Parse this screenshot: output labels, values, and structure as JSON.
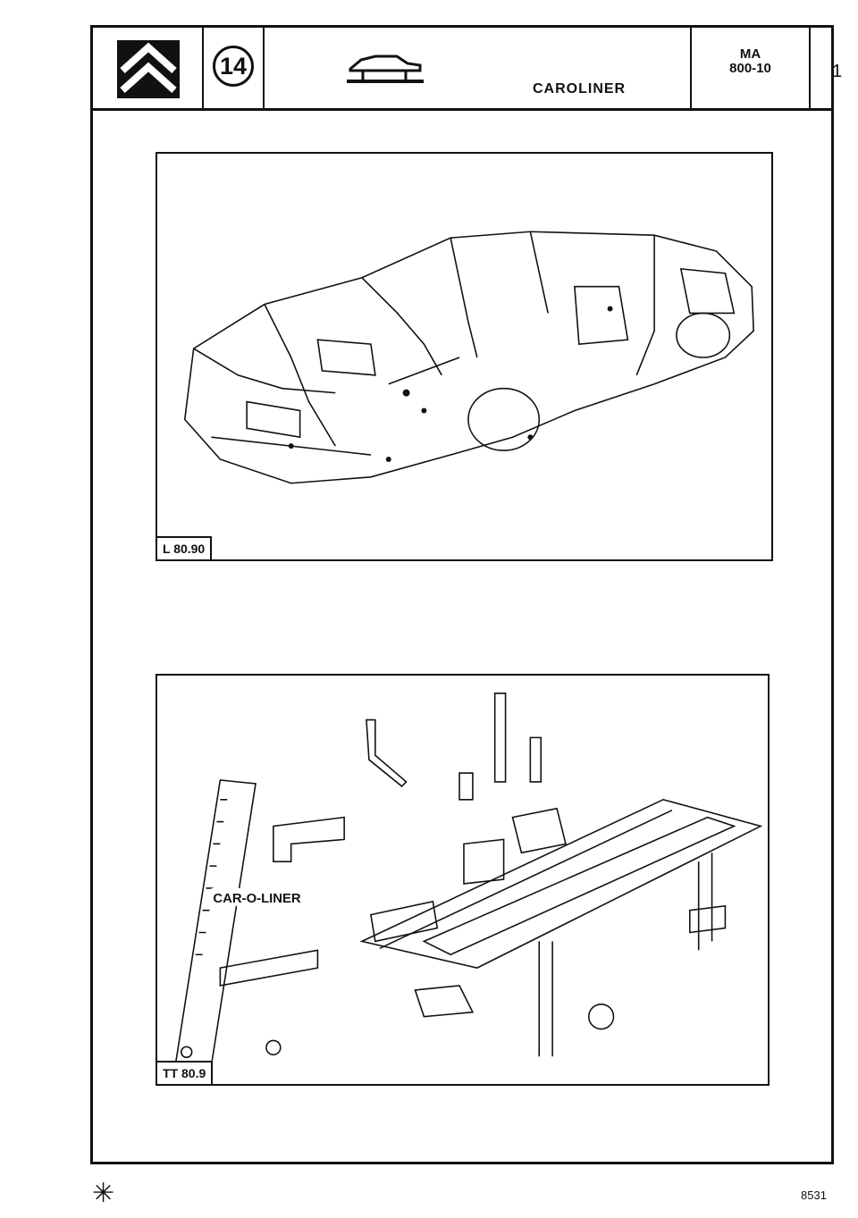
{
  "header": {
    "section_number": "14",
    "title": "CAROLINER",
    "reference_line1": "MA",
    "reference_line2": "800-10",
    "sheet_number": "1"
  },
  "figures": [
    {
      "label": "L 80.90"
    },
    {
      "label": "TT 80.9",
      "brand_text": "CAR-O-LINER"
    }
  ],
  "footer": {
    "symbol": "✳",
    "code": "8531"
  },
  "colors": {
    "ink": "#111111",
    "paper": "#ffffff"
  },
  "icons": {
    "logo": "citroen-chevron-logo",
    "vehicle": "car-on-bench-icon"
  }
}
